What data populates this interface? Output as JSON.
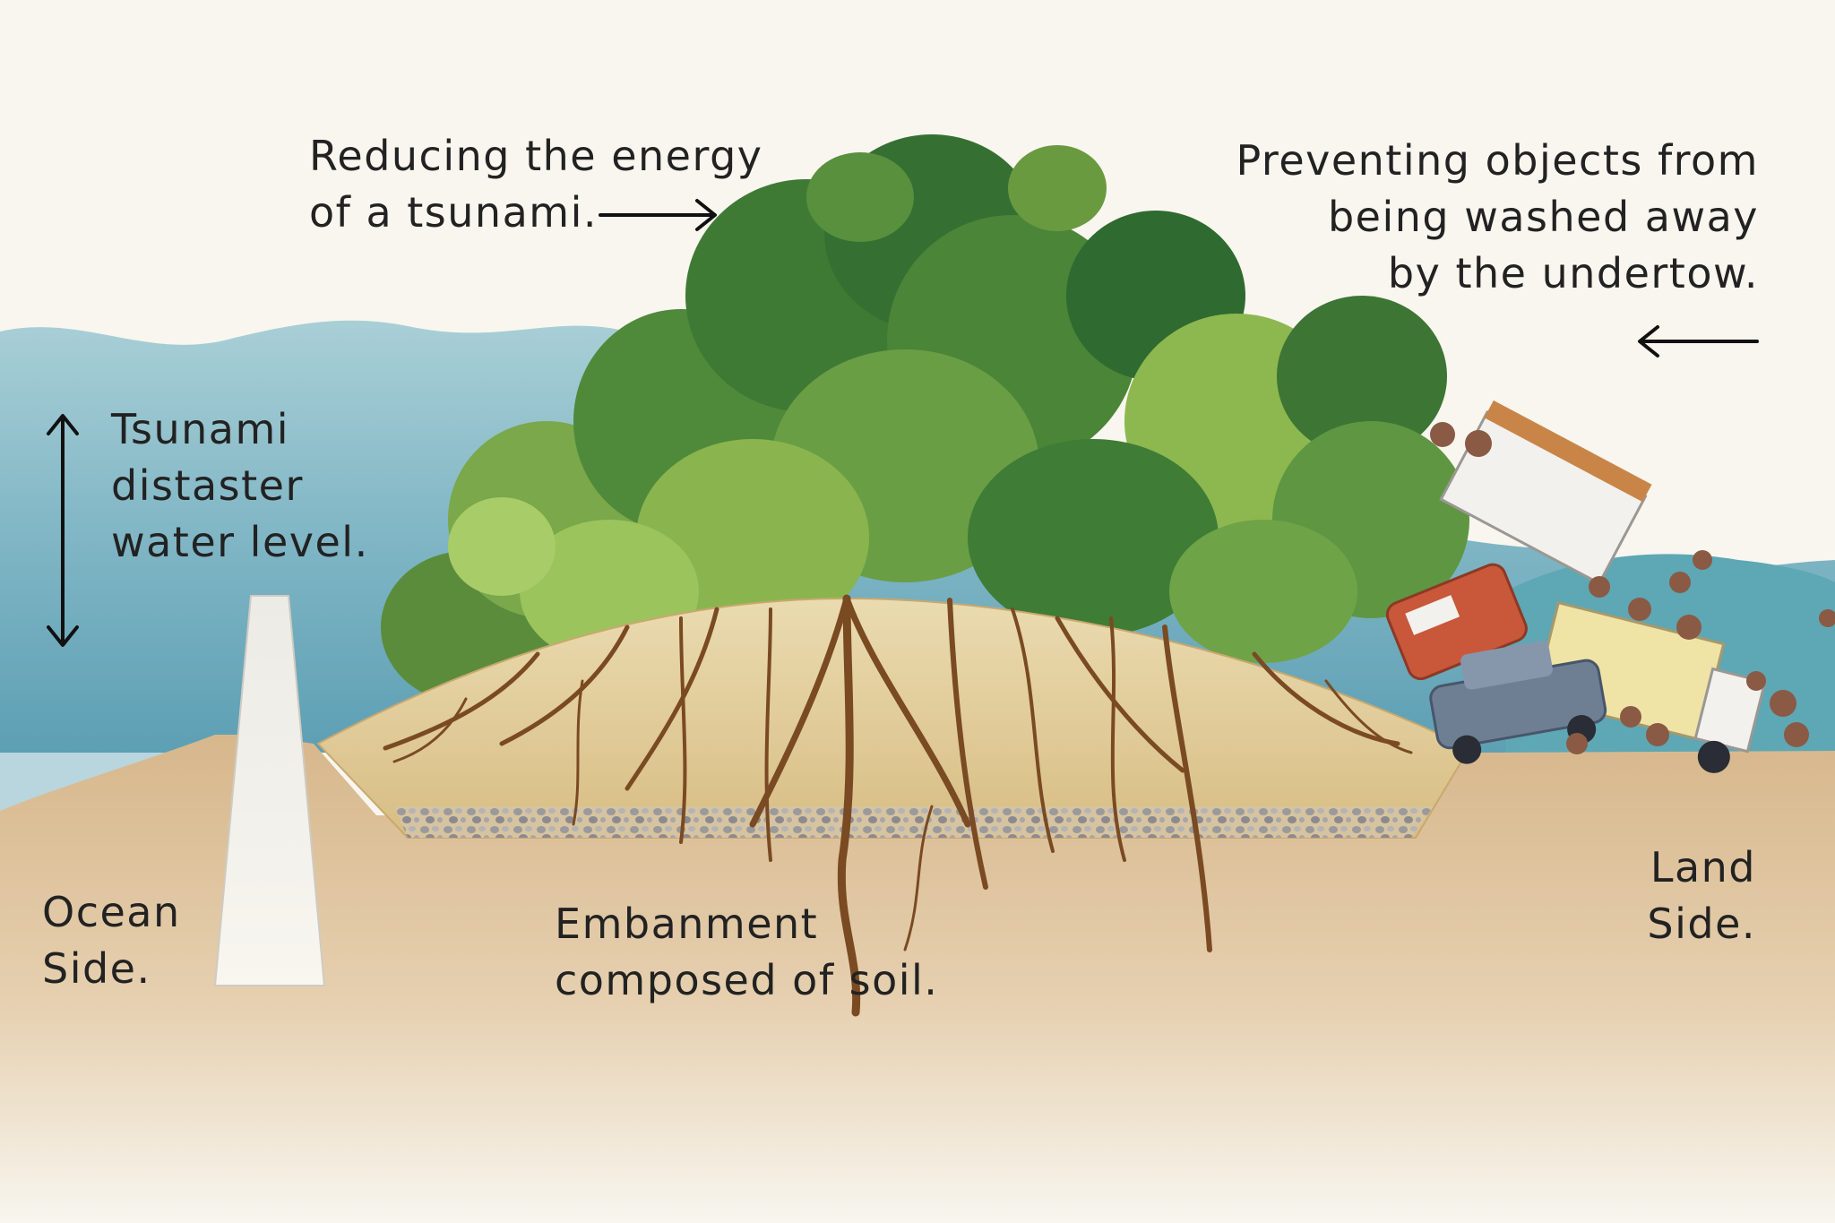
{
  "labels": {
    "reducing": [
      "Reducing the energy",
      "of a tsunami."
    ],
    "preventing": [
      "Preventing objects from",
      "being washed away",
      "by the undertow."
    ],
    "tsunami_level": [
      "Tsunami",
      "distaster",
      "water level."
    ],
    "ocean_side": [
      "Ocean",
      "Side."
    ],
    "embankment": [
      "Embanment",
      "composed of soil."
    ],
    "land_side": [
      "Land",
      "Side."
    ]
  },
  "colors": {
    "background": "#f8f6ef",
    "water": "#7fb5c4",
    "soil": "#d9b98e",
    "embankment": "#e4cc8e",
    "roots": "#7a4a22",
    "text": "#222222"
  },
  "icons": {
    "energy_arrow": "arrow-right-icon",
    "undertow_arrow": "arrow-left-icon",
    "water_level_arrow": "arrow-updown-icon"
  }
}
